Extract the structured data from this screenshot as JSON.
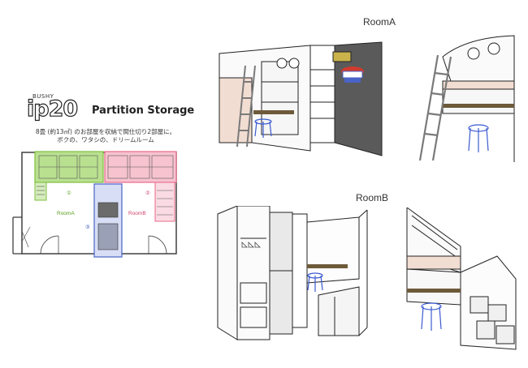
{
  "brand": {
    "small_text": "BUSHY",
    "logo_text": "ip20",
    "title": "Partition Storage"
  },
  "description": {
    "line1": "8畳 (約13㎡) のお部屋を収納で間仕切り2部屋に。",
    "line2": "ボクの、ワタシの、ドリームルーム"
  },
  "floorplan": {
    "room_a_label": "RoomA",
    "room_b_label": "RoomB",
    "marker_1": "①",
    "marker_2": "②",
    "marker_3": "③",
    "colors": {
      "room_a": "#7fbf3f",
      "room_b": "#e86a8a",
      "center": "#4a63c7"
    }
  },
  "renderings": {
    "room_a_title": "RoomA",
    "room_b_title": "RoomB"
  }
}
